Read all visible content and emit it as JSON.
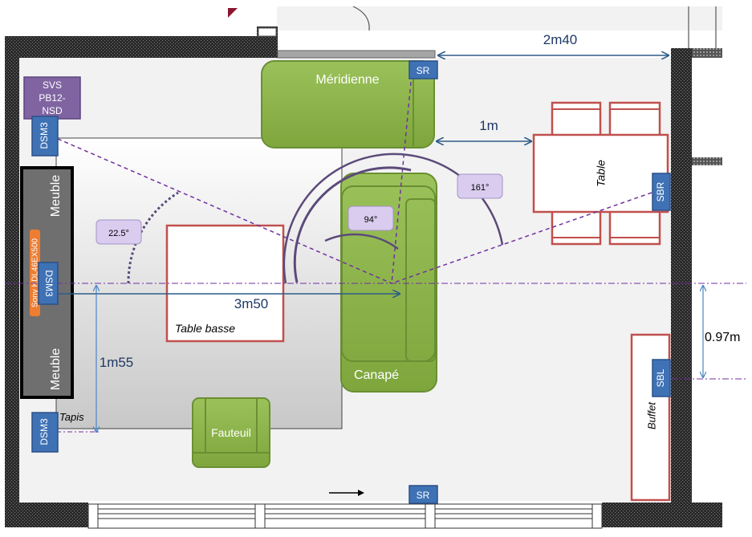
{
  "furniture": {
    "meridienne": "Méridienne",
    "canape": "Canapé",
    "fauteuil": "Fauteuil",
    "table": "Table",
    "table_basse": "Table basse",
    "buffet": "Buffet",
    "meuble_top": "Meuble",
    "meuble_bottom": "Meuble",
    "tapis": "Tapis",
    "tv": "Sony KDL46EX500",
    "subwoofer_line1": "SVS",
    "subwoofer_line2": "PB12-",
    "subwoofer_line3": "NSD"
  },
  "speakers": {
    "sr_top": "SR",
    "sr_bottom": "SR",
    "sbr": "SBR",
    "sbl": "SBL",
    "dsm_top": "DSM3",
    "dsm_center": "DSM3",
    "dsm_bottom": "DSM3"
  },
  "angles": {
    "a1": "22.5°",
    "a2": "94°",
    "a3": "161°"
  },
  "dimensions": {
    "d_2m40": "2m40",
    "d_1m": "1m",
    "d_3m50": "3m50",
    "d_1m55": "1m55",
    "d_097": "0.97m"
  },
  "colors": {
    "wall": "#3a3a3a",
    "furniture_green": "#8db34a",
    "speaker_blue": "#3f72b5",
    "table_red": "#c0504d",
    "angle_purple": "#d9ccef",
    "dashed_purple": "#7030a0",
    "tv_orange": "#ed7d31",
    "subwoofer_purple": "#8064a2",
    "dimension_blue": "#2e5c8a"
  }
}
